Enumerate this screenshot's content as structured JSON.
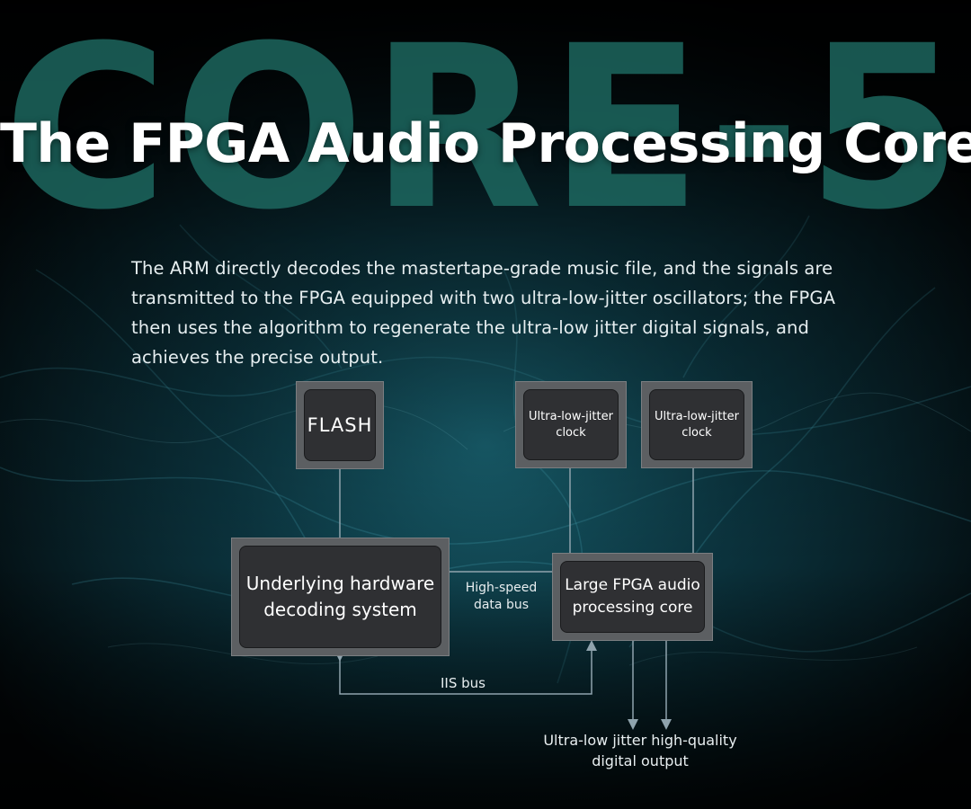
{
  "watermark_text": "CORE-5",
  "title": "The FPGA Audio Processing Core",
  "description_lines": [
    "The ARM directly decodes the mastertape-grade music file, and the signals are",
    "transmitted to the FPGA equipped with two ultra-low-jitter oscillators; the FPGA",
    "then uses the algorithm to regenerate the ultra-low jitter digital signals, and",
    "achieves the precise output."
  ],
  "diagram": {
    "flash": {
      "label": "FLASH"
    },
    "clock_1": {
      "lines": [
        "Ultra-low-jitter",
        "clock"
      ]
    },
    "clock_2": {
      "lines": [
        "Ultra-low-jitter",
        "clock"
      ]
    },
    "decoder": {
      "lines": [
        "Underlying hardware",
        "decoding system"
      ]
    },
    "fpga": {
      "lines": [
        "Large FPGA audio",
        "processing core"
      ]
    },
    "data_bus_label": [
      "High-speed",
      "data bus"
    ],
    "iis_bus_label": "IIS bus",
    "output_label": [
      "Ultra-low jitter high-quality",
      "digital output"
    ]
  },
  "colors": {
    "background": "#020608",
    "watermark": "#1f6f66",
    "box_frame": "#5c5f62",
    "box_inner": "#2f3033",
    "connector": "#8fa3ad"
  }
}
